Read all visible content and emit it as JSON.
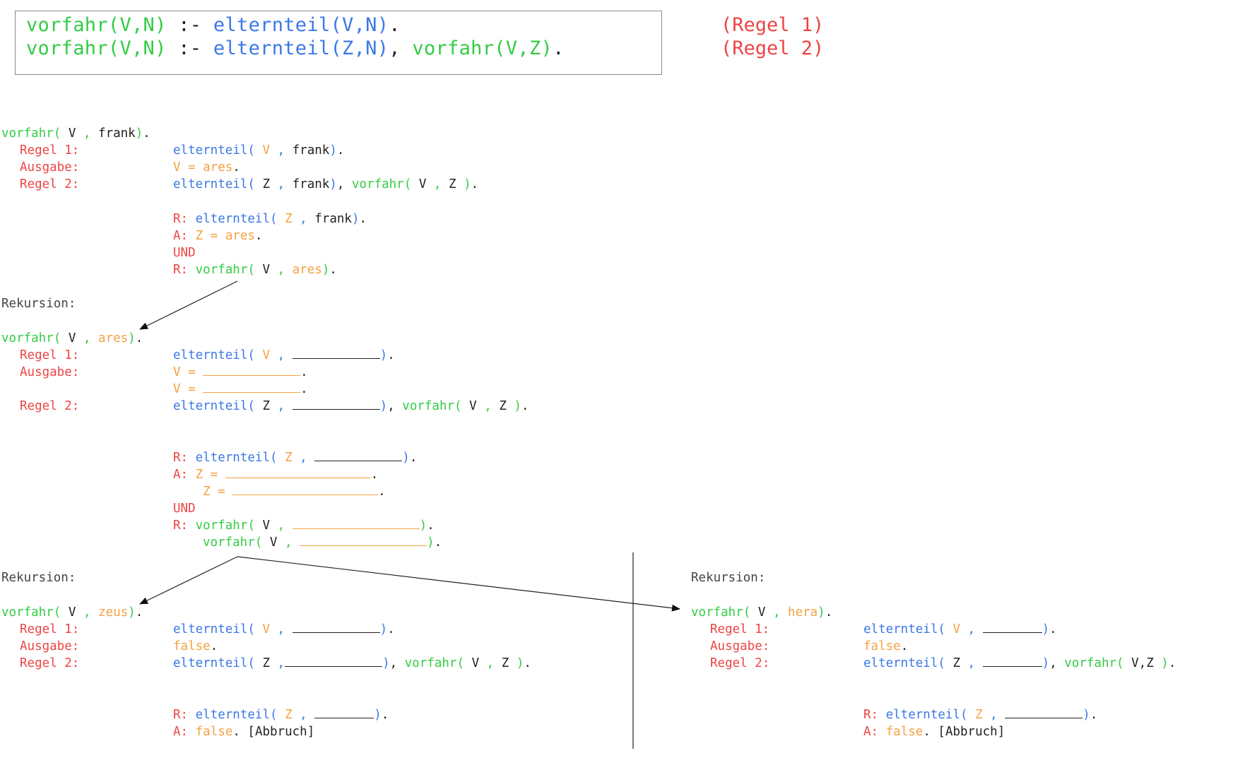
{
  "rules": {
    "r1": {
      "head": "vorfahr(V,N)",
      "op": ":-",
      "body1": "elternteil(V,N)",
      "end": ".",
      "tag": "(Regel 1)"
    },
    "r2": {
      "head": "vorfahr(V,N)",
      "op": ":-",
      "body1": "elternteil(Z,N)",
      "sep": ",",
      "body2": "vorfahr(V,Z)",
      "end": ".",
      "tag": "(Regel 2)"
    }
  },
  "labels": {
    "regel1": "Regel 1:",
    "ausgabe": "Ausgabe:",
    "regel2": "Regel 2:",
    "rekursion": "Rekursion:",
    "R": "R:",
    "A": "A:",
    "und": "UND",
    "abbruch": "[Abbruch]",
    "false": "false",
    "V_eq": "V =",
    "Z_eq": "Z =",
    "Z_eq_ares": "Z = ares",
    "V_eq_ares": "V = ares"
  },
  "tokens": {
    "vorfahr": "vorfahr(",
    "elternteil": "elternteil(",
    "close": ")",
    "dot": ".",
    "comma": ",",
    "V": "V",
    "Z": "Z",
    "VZ": "V,Z"
  },
  "atoms": {
    "frank": "frank",
    "ares": "ares",
    "zeus": "zeus",
    "hera": "hera"
  },
  "colors": {
    "predicate_vorfahr": "#33cc44",
    "predicate_elternteil": "#3b78e7",
    "rule_label": "#ee4444",
    "variable": "#f5a142",
    "text": "#222222",
    "box_border": "#8a8a8a"
  }
}
